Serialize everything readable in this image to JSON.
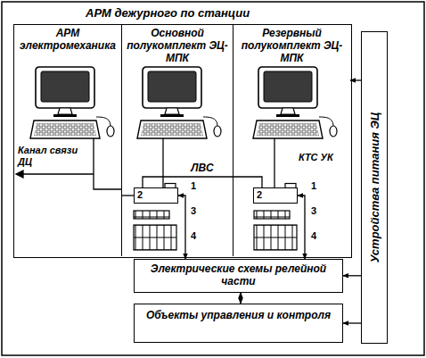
{
  "diagram": {
    "nodes": [
      {
        "text": [
          "АРМ дежурного по станции"
        ]
      },
      {
        "text": [
          "АРМ электромеханика"
        ],
        "in": 0
      },
      {
        "text": [
          "Основной полукомплект ЭЦ-МПК"
        ],
        "in": 0
      },
      {
        "text": [
          "Резервный полукомплект ЭЦ-МПК"
        ],
        "in": 0
      },
      {
        "text": [
          "Электрические схемы релейной части"
        ]
      },
      {
        "text": [
          "Объекты управления и контроля"
        ]
      },
      {
        "text": [
          "Устройства питания ЭЦ"
        ]
      },
      {
        "text": [
          "2"
        ],
        "in": 2
      },
      {
        "text": [
          "2"
        ],
        "in": 3
      }
    ],
    "edges": [
      {
        "from": 1,
        "to": 7,
        "arrow": "none"
      },
      {
        "from": 7,
        "to": 8,
        "label": "ЛВС",
        "arrow": "none"
      },
      {
        "from": 7,
        "to": 4,
        "arrow": "both"
      },
      {
        "from": 8,
        "to": 4,
        "arrow": "both"
      },
      {
        "from": 4,
        "to": 5,
        "arrow": "both"
      },
      {
        "from": 6,
        "to": 3,
        "arrow": "to"
      },
      {
        "from": 6,
        "to": 4,
        "arrow": "to"
      },
      {
        "from": 6,
        "to": 5,
        "arrow": "to"
      }
    ],
    "labels": [
      "Канал связи ДЦ",
      "КТС УК",
      "1",
      "3",
      "4",
      "1",
      "3",
      "4"
    ]
  }
}
